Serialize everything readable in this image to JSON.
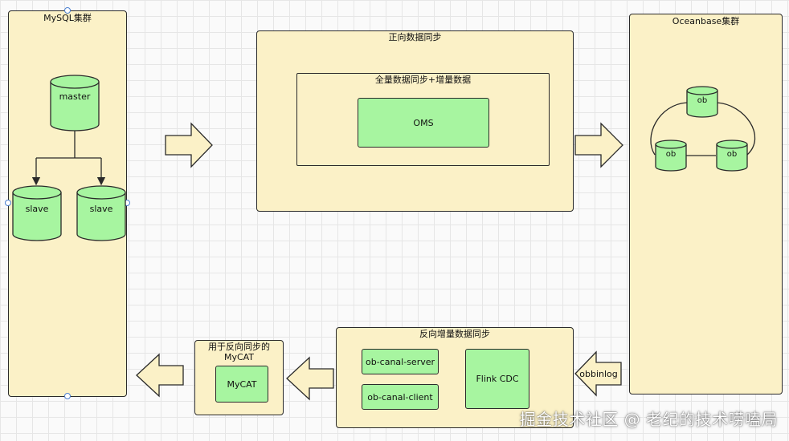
{
  "mysql_cluster": {
    "title": "MySQL集群",
    "master": "master",
    "slave_left": "slave",
    "slave_right": "slave"
  },
  "forward_sync": {
    "title": "正向数据同步",
    "inner_title": "全量数据同步+增量数据",
    "oms": "OMS"
  },
  "oceanbase_cluster": {
    "title": "Oceanbase集群",
    "node_top": "ob",
    "node_left": "ob",
    "node_right": "ob"
  },
  "reverse_sync": {
    "title": "反向增量数据同步",
    "canal_server": "ob-canal-server",
    "canal_client": "ob-canal-client",
    "flink_cdc": "Flink CDC"
  },
  "mycat_panel": {
    "title_line1": "用于反向同步的",
    "title_line2": "MyCAT",
    "mycat": "MyCAT"
  },
  "arrows": {
    "obbinlog_label": "obbinlog"
  },
  "watermark": "掘金技术社区 @ 老纪的技术唠嗑局",
  "colors": {
    "panel_fill": "#fbf1c7",
    "node_fill": "#a7f5a0",
    "stroke": "#2a2a2a"
  }
}
